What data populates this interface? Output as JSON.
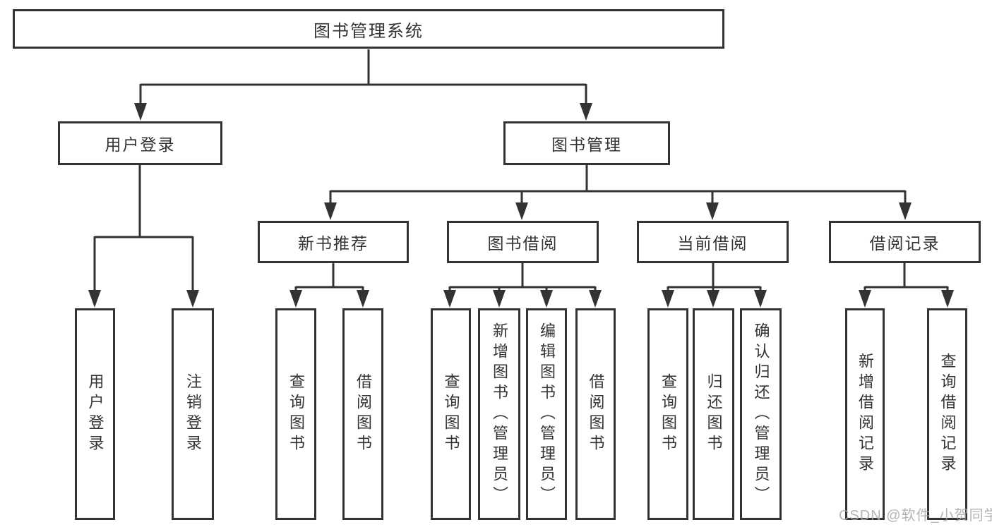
{
  "title": {
    "label": "图书管理系统"
  },
  "level1": [
    {
      "label": "用户登录"
    },
    {
      "label": "图书管理"
    }
  ],
  "level2": [
    {
      "label": "新书推荐"
    },
    {
      "label": "图书借阅"
    },
    {
      "label": "当前借阅"
    },
    {
      "label": "借阅记录"
    }
  ],
  "leaves": {
    "login": [
      {
        "label": "用户登录"
      },
      {
        "label": "注销登录"
      }
    ],
    "recommend": [
      {
        "label": "查询图书"
      },
      {
        "label": "借阅图书"
      }
    ],
    "borrow": [
      {
        "label": "查询图书"
      },
      {
        "label": "新增图书（管理员）"
      },
      {
        "label": "编辑图书（管理员）"
      },
      {
        "label": "借阅图书"
      }
    ],
    "current": [
      {
        "label": "查询图书"
      },
      {
        "label": "归还图书"
      },
      {
        "label": "确认归还（管理员）"
      }
    ],
    "records": [
      {
        "label": "新增借阅记录"
      },
      {
        "label": "查询借阅记录"
      }
    ]
  },
  "watermark": {
    "text": "CSDN @软件_小贺同学"
  },
  "colors": {
    "line": "#333333",
    "text": "#333333",
    "box_background": "#ffffff",
    "page_background": "#ffffff",
    "watermark": "#aaaaaa"
  }
}
